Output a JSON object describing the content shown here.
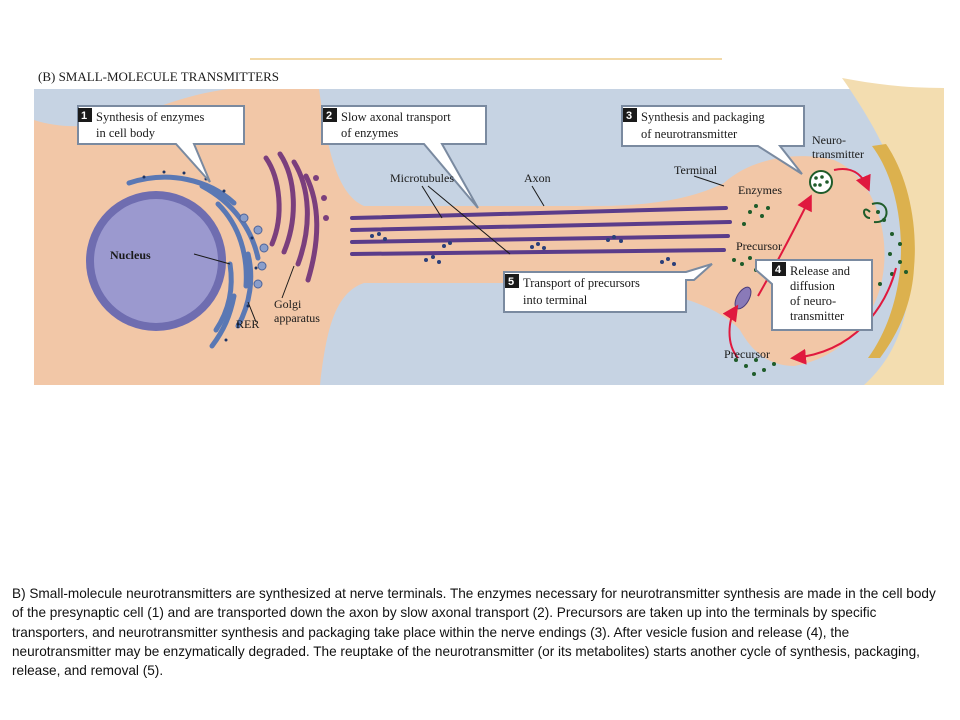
{
  "panel_title": "(B) SMALL-MOLECULE TRANSMITTERS",
  "steps": [
    {
      "num": "1",
      "lines": [
        "Synthesis of enzymes",
        "in cell body"
      ]
    },
    {
      "num": "2",
      "lines": [
        "Slow axonal transport",
        "of enzymes"
      ]
    },
    {
      "num": "3",
      "lines": [
        "Synthesis and packaging",
        "of neurotransmitter"
      ]
    },
    {
      "num": "4",
      "lines": [
        "Release and",
        "diffusion",
        "of neuro-",
        "transmitter"
      ]
    },
    {
      "num": "5",
      "lines": [
        "Transport of precursors",
        "into terminal"
      ]
    }
  ],
  "labels": {
    "nucleus": "Nucleus",
    "rer": "RER",
    "golgi_1": "Golgi",
    "golgi_2": "apparatus",
    "microtubules": "Microtubules",
    "axon": "Axon",
    "terminal": "Terminal",
    "enzymes": "Enzymes",
    "precursor_top": "Precursor",
    "precursor_bottom": "Precursor",
    "neuro_1": "Neuro-",
    "neuro_2": "transmitter"
  },
  "colors": {
    "cytoplasm": "#f2c7a7",
    "background": "#c6d3e3",
    "postsynaptic": "#f3ddb0",
    "density": "#dcb14e",
    "nucleus": "#8886c2",
    "rer": "#5a78b4",
    "golgi": "#7b3f7d",
    "arrow": "#e0193e",
    "dot": "#1f5c2a",
    "number_box": "#1a1a1a"
  },
  "caption": "B) Small-molecule neurotransmitters are synthesized at nerve terminals. The enzymes necessary for neurotransmitter synthesis are made in the cell body of the presynaptic cell (1) and are transported down the axon by slow axonal transport (2).  Precursors are taken up into the terminals by specific transporters, and neurotransmitter synthesis and packaging take place within the nerve endings (3). After vesicle fusion and release (4), the neurotransmitter may be enzymatically degraded. The reuptake of the neurotransmitter (or its metabolites) starts another cycle of synthesis, packaging, release, and removal (5)."
}
